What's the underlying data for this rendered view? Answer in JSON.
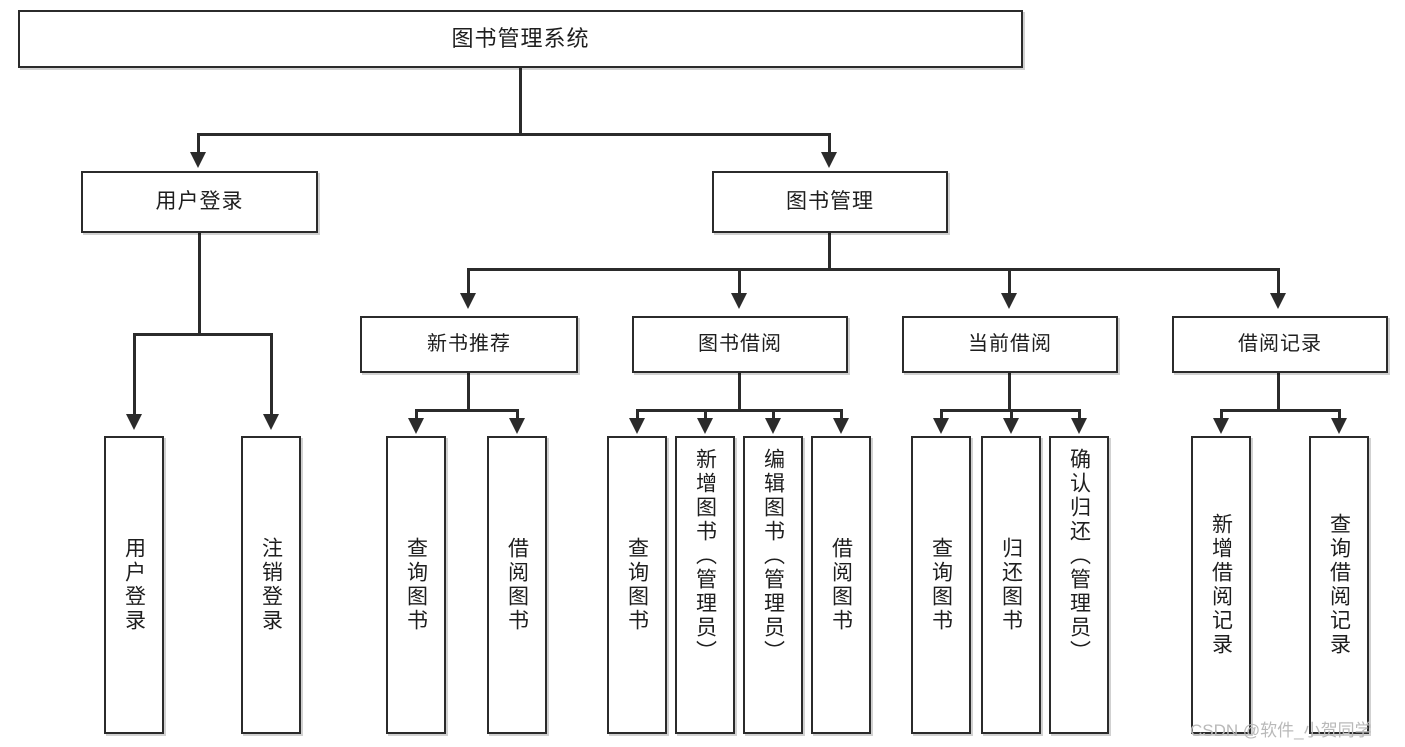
{
  "diagram": {
    "type": "tree-hierarchy-functional-decomposition",
    "title": "图书管理系统",
    "watermark": "CSDN @软件_小贺同学",
    "colors": {
      "stroke": "#2b2b2b",
      "box_fill": "#ffffff",
      "text": "#1e1e1e",
      "background": "#ffffff",
      "watermark": "#b9b9b9"
    },
    "nodes": {
      "root": {
        "label": "图书管理系统"
      },
      "level1": [
        {
          "id": "user-login",
          "label": "用户登录"
        },
        {
          "id": "book-manage",
          "label": "图书管理"
        }
      ],
      "level2": [
        {
          "id": "new-book-recommend",
          "label": "新书推荐"
        },
        {
          "id": "book-borrow",
          "label": "图书借阅"
        },
        {
          "id": "current-borrow",
          "label": "当前借阅"
        },
        {
          "id": "borrow-record",
          "label": "借阅记录"
        }
      ],
      "leaves": {
        "user-login": [
          {
            "id": "login",
            "label": "用户登录"
          },
          {
            "id": "logout",
            "label": "注销登录"
          }
        ],
        "new-book-recommend": [
          {
            "id": "query-book-1",
            "label": "查询图书"
          },
          {
            "id": "borrow-book-1",
            "label": "借阅图书"
          }
        ],
        "book-borrow": [
          {
            "id": "query-book-2",
            "label": "查询图书"
          },
          {
            "id": "add-book",
            "label": "新增图书（管理员）"
          },
          {
            "id": "edit-book",
            "label": "编辑图书（管理员）"
          },
          {
            "id": "borrow-book-2",
            "label": "借阅图书"
          }
        ],
        "current-borrow": [
          {
            "id": "query-book-3",
            "label": "查询图书"
          },
          {
            "id": "return-book",
            "label": "归还图书"
          },
          {
            "id": "confirm-return",
            "label": "确认归还（管理员）"
          }
        ],
        "borrow-record": [
          {
            "id": "add-record",
            "label": "新增借阅记录"
          },
          {
            "id": "query-record",
            "label": "查询借阅记录"
          }
        ]
      }
    }
  }
}
